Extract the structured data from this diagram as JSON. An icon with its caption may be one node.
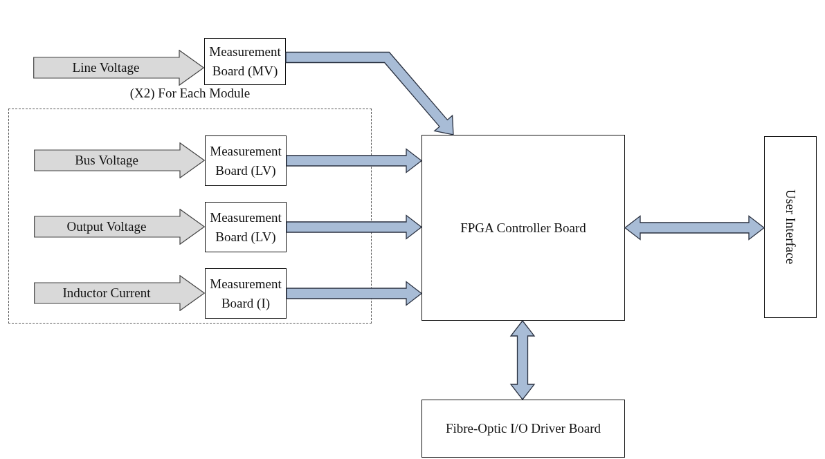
{
  "diagram": {
    "nodes": [
      {
        "text": [
          "Line Voltage"
        ]
      },
      {
        "text": [
          "Measurement Board (MV)"
        ]
      },
      {
        "text": [
          "(X2) For Each Module"
        ]
      },
      {
        "text": [
          "Bus Voltage"
        ],
        "in": 2
      },
      {
        "text": [
          "Measurement Board (LV)"
        ],
        "in": 2
      },
      {
        "text": [
          "Output Voltage"
        ],
        "in": 2
      },
      {
        "text": [
          "Measurement Board (LV)"
        ],
        "in": 2
      },
      {
        "text": [
          "Inductor Current"
        ],
        "in": 2
      },
      {
        "text": [
          "Measurement Board (I)"
        ],
        "in": 2
      },
      {
        "text": [
          "FPGA Controller Board"
        ]
      },
      {
        "text": [
          "User Interface"
        ]
      },
      {
        "text": [
          "Fibre-Optic I/O Driver Board"
        ]
      }
    ],
    "edges": [
      {
        "from": 1,
        "to": 9,
        "arrow": "to",
        "style": "thick"
      },
      {
        "from": 4,
        "to": 9,
        "arrow": "to",
        "style": "thick"
      },
      {
        "from": 6,
        "to": 9,
        "arrow": "to",
        "style": "thick"
      },
      {
        "from": 8,
        "to": 9,
        "arrow": "to",
        "style": "thick"
      },
      {
        "from": 9,
        "to": 10,
        "arrow": "both",
        "style": "thick"
      },
      {
        "from": 9,
        "to": 11,
        "arrow": "both",
        "style": "thick"
      }
    ]
  }
}
